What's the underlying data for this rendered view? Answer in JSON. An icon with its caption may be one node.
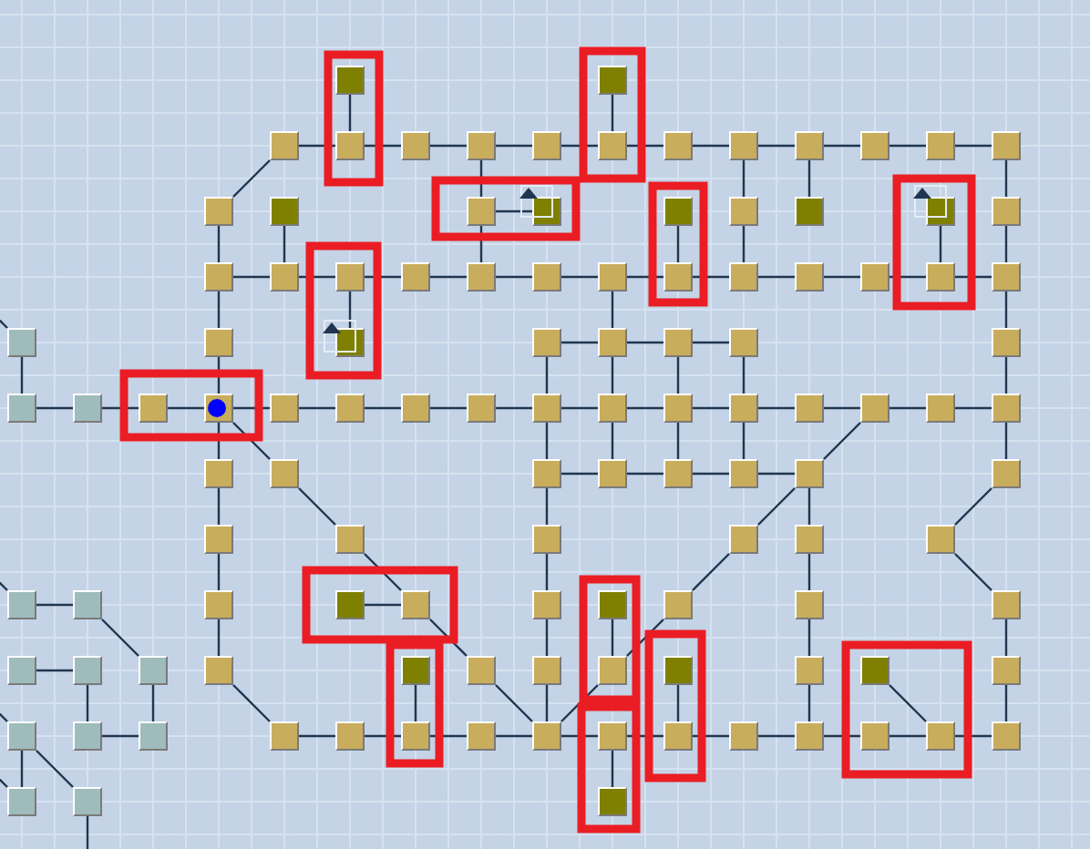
{
  "diagram": {
    "nodes": [
      {
        "text": [],
        "shape": "box"
      },
      {
        "text": [],
        "shape": "box"
      },
      {
        "text": [],
        "shape": "box"
      },
      {
        "text": [],
        "shape": "box"
      },
      {
        "text": [],
        "shape": "box"
      },
      {
        "text": [],
        "shape": "box"
      },
      {
        "text": [],
        "shape": "box"
      },
      {
        "text": [],
        "shape": "box"
      },
      {
        "text": [],
        "shape": "box"
      },
      {
        "text": [],
        "shape": "box"
      },
      {
        "text": [],
        "shape": "box"
      },
      {
        "text": [],
        "shape": "box"
      },
      {
        "text": [],
        "shape": "box"
      },
      {
        "text": [],
        "shape": "box"
      },
      {
        "text": [],
        "shape": "box"
      },
      {
        "text": [],
        "shape": "box"
      },
      {
        "text": [],
        "shape": "box"
      },
      {
        "text": [],
        "shape": "box"
      },
      {
        "text": [],
        "shape": "box"
      },
      {
        "text": [],
        "shape": "box"
      },
      {
        "text": [],
        "shape": "box"
      },
      {
        "text": [],
        "shape": "box"
      },
      {
        "text": [],
        "shape": "box"
      },
      {
        "text": [],
        "shape": "box"
      },
      {
        "text": [],
        "shape": "box"
      },
      {
        "text": [],
        "shape": "box"
      },
      {
        "text": [],
        "shape": "box"
      },
      {
        "text": [],
        "shape": "box"
      },
      {
        "text": [],
        "shape": "box"
      },
      {
        "text": [],
        "shape": "box"
      },
      {
        "text": [],
        "shape": "box"
      },
      {
        "text": [],
        "shape": "box"
      },
      {
        "text": [],
        "shape": "box"
      },
      {
        "text": [],
        "shape": "box"
      },
      {
        "text": [],
        "shape": "box"
      },
      {
        "text": [],
        "shape": "box"
      },
      {
        "text": [],
        "shape": "box"
      },
      {
        "text": [],
        "shape": "box"
      },
      {
        "text": [],
        "shape": "box"
      },
      {
        "text": [],
        "shape": "box"
      },
      {
        "text": [],
        "shape": "box"
      },
      {
        "text": [],
        "shape": "box"
      },
      {
        "text": [],
        "shape": "box"
      },
      {
        "text": [],
        "shape": "box"
      },
      {
        "text": [],
        "shape": "box"
      },
      {
        "text": [],
        "shape": "box"
      },
      {
        "text": [],
        "shape": "box"
      },
      {
        "text": [],
        "shape": "box"
      },
      {
        "text": [],
        "shape": "box"
      },
      {
        "text": [],
        "shape": "box"
      },
      {
        "text": [],
        "shape": "box"
      },
      {
        "text": [],
        "shape": "box"
      },
      {
        "text": [],
        "shape": "box"
      },
      {
        "text": [],
        "shape": "box"
      },
      {
        "text": [],
        "shape": "box"
      },
      {
        "text": [],
        "shape": "box"
      },
      {
        "text": [],
        "shape": "box"
      },
      {
        "text": [],
        "shape": "box"
      },
      {
        "text": [],
        "shape": "box"
      },
      {
        "text": [],
        "shape": "box"
      },
      {
        "text": [],
        "shape": "box"
      },
      {
        "text": [],
        "shape": "box"
      },
      {
        "text": [],
        "shape": "box"
      },
      {
        "text": [],
        "shape": "box"
      },
      {
        "text": [],
        "shape": "box"
      },
      {
        "text": [],
        "shape": "box"
      },
      {
        "text": [],
        "shape": "box"
      },
      {
        "text": [],
        "shape": "box"
      },
      {
        "text": [],
        "shape": "box"
      },
      {
        "text": [],
        "shape": "box"
      },
      {
        "text": [],
        "shape": "box"
      },
      {
        "text": [],
        "shape": "box"
      },
      {
        "text": [],
        "shape": "box"
      },
      {
        "text": [],
        "shape": "box"
      },
      {
        "text": [],
        "shape": "box"
      },
      {
        "text": [],
        "shape": "box"
      },
      {
        "text": [],
        "shape": "box"
      },
      {
        "text": [],
        "shape": "box"
      },
      {
        "text": [],
        "shape": "box"
      },
      {
        "text": [],
        "shape": "box"
      },
      {
        "text": [],
        "shape": "box"
      },
      {
        "text": [],
        "shape": "box"
      },
      {
        "text": [],
        "shape": "box"
      },
      {
        "text": [],
        "shape": "box"
      },
      {
        "text": [],
        "shape": "box"
      },
      {
        "text": [],
        "shape": "box"
      },
      {
        "text": [],
        "shape": "box"
      },
      {
        "text": [],
        "shape": "box"
      },
      {
        "text": [],
        "shape": "box"
      },
      {
        "text": [],
        "shape": "box"
      },
      {
        "text": [],
        "shape": "box"
      },
      {
        "text": [],
        "shape": "box"
      },
      {
        "text": [],
        "shape": "box"
      },
      {
        "text": [],
        "shape": "box"
      },
      {
        "text": [],
        "shape": "box"
      },
      {
        "text": [],
        "shape": "box"
      },
      {
        "text": [],
        "shape": "box"
      },
      {
        "text": [],
        "shape": "box"
      },
      {
        "text": [],
        "shape": "box"
      },
      {
        "text": [],
        "shape": "box"
      },
      {
        "text": [],
        "shape": "box"
      },
      {
        "text": [],
        "shape": "box"
      },
      {
        "text": [],
        "shape": "box"
      },
      {
        "text": [],
        "shape": "box"
      },
      {
        "text": [],
        "shape": "box"
      },
      {
        "text": [],
        "shape": "box"
      },
      {
        "text": [],
        "shape": "box"
      },
      {
        "text": [],
        "shape": "box"
      },
      {
        "text": [],
        "shape": "box"
      },
      {
        "text": [],
        "shape": "box"
      },
      {
        "text": [],
        "shape": "box"
      },
      {
        "text": [],
        "shape": "box"
      },
      {
        "text": [],
        "shape": "box"
      },
      {
        "text": [],
        "shape": "box"
      }
    ],
    "edges": [
      {
        "from": 2,
        "to": 3,
        "arrow": "none"
      },
      {
        "from": 3,
        "to": 4,
        "arrow": "none"
      },
      {
        "from": 4,
        "to": 5,
        "arrow": "none"
      },
      {
        "from": 5,
        "to": 6,
        "arrow": "none"
      },
      {
        "from": 6,
        "to": 7,
        "arrow": "none"
      },
      {
        "from": 7,
        "to": 8,
        "arrow": "none"
      },
      {
        "from": 8,
        "to": 9,
        "arrow": "none"
      },
      {
        "from": 9,
        "to": 10,
        "arrow": "none"
      },
      {
        "from": 10,
        "to": 11,
        "arrow": "none"
      },
      {
        "from": 11,
        "to": 12,
        "arrow": "none"
      },
      {
        "from": 12,
        "to": 13,
        "arrow": "none"
      },
      {
        "from": 0,
        "to": 3,
        "arrow": "none"
      },
      {
        "from": 1,
        "to": 7,
        "arrow": "none"
      },
      {
        "from": 2,
        "to": 14,
        "arrow": "none"
      },
      {
        "from": 14,
        "to": 23,
        "arrow": "none"
      },
      {
        "from": 15,
        "to": 24,
        "arrow": "none"
      },
      {
        "from": 5,
        "to": 16,
        "arrow": "none"
      },
      {
        "from": 16,
        "to": 27,
        "arrow": "none"
      },
      {
        "from": 16,
        "to": 17,
        "arrow": "none"
      },
      {
        "from": 18,
        "to": 30,
        "arrow": "none"
      },
      {
        "from": 9,
        "to": 19,
        "arrow": "none"
      },
      {
        "from": 19,
        "to": 31,
        "arrow": "none"
      },
      {
        "from": 10,
        "to": 20,
        "arrow": "none"
      },
      {
        "from": 21,
        "to": 34,
        "arrow": "none"
      },
      {
        "from": 13,
        "to": 22,
        "arrow": "none"
      },
      {
        "from": 22,
        "to": 35,
        "arrow": "none"
      },
      {
        "from": 23,
        "to": 24,
        "arrow": "none"
      },
      {
        "from": 24,
        "to": 25,
        "arrow": "none"
      },
      {
        "from": 25,
        "to": 26,
        "arrow": "none"
      },
      {
        "from": 26,
        "to": 27,
        "arrow": "none"
      },
      {
        "from": 27,
        "to": 28,
        "arrow": "none"
      },
      {
        "from": 28,
        "to": 29,
        "arrow": "none"
      },
      {
        "from": 29,
        "to": 30,
        "arrow": "none"
      },
      {
        "from": 30,
        "to": 31,
        "arrow": "none"
      },
      {
        "from": 31,
        "to": 32,
        "arrow": "none"
      },
      {
        "from": 32,
        "to": 33,
        "arrow": "none"
      },
      {
        "from": 33,
        "to": 34,
        "arrow": "none"
      },
      {
        "from": 34,
        "to": 35,
        "arrow": "none"
      },
      {
        "from": 25,
        "to": 38,
        "arrow": "none"
      },
      {
        "from": 23,
        "to": 37,
        "arrow": "none"
      },
      {
        "from": 37,
        "to": 47,
        "arrow": "none"
      },
      {
        "from": 39,
        "to": 40,
        "arrow": "none"
      },
      {
        "from": 40,
        "to": 41,
        "arrow": "none"
      },
      {
        "from": 41,
        "to": 42,
        "arrow": "none"
      },
      {
        "from": 29,
        "to": 40,
        "arrow": "none"
      },
      {
        "from": 35,
        "to": 43,
        "arrow": "none"
      },
      {
        "from": null,
        "to": 36,
        "arrow": "none"
      },
      {
        "from": 36,
        "to": 44,
        "arrow": "none"
      },
      {
        "from": 44,
        "to": 45,
        "arrow": "none"
      },
      {
        "from": 45,
        "to": 46,
        "arrow": "none"
      },
      {
        "from": 46,
        "to": 47,
        "arrow": "none"
      },
      {
        "from": 47,
        "to": 48,
        "arrow": "none"
      },
      {
        "from": 48,
        "to": 49,
        "arrow": "none"
      },
      {
        "from": 49,
        "to": 50,
        "arrow": "none"
      },
      {
        "from": 50,
        "to": 51,
        "arrow": "none"
      },
      {
        "from": 51,
        "to": 52,
        "arrow": "none"
      },
      {
        "from": 52,
        "to": 53,
        "arrow": "none"
      },
      {
        "from": 53,
        "to": 54,
        "arrow": "none"
      },
      {
        "from": 54,
        "to": 55,
        "arrow": "none"
      },
      {
        "from": 55,
        "to": 56,
        "arrow": "none"
      },
      {
        "from": 56,
        "to": 57,
        "arrow": "none"
      },
      {
        "from": 57,
        "to": 58,
        "arrow": "none"
      },
      {
        "from": 58,
        "to": 59,
        "arrow": "none"
      },
      {
        "from": 39,
        "to": 52,
        "arrow": "none"
      },
      {
        "from": 40,
        "to": 53,
        "arrow": "none"
      },
      {
        "from": 41,
        "to": 54,
        "arrow": "none"
      },
      {
        "from": 42,
        "to": 55,
        "arrow": "none"
      },
      {
        "from": 43,
        "to": 59,
        "arrow": "none"
      },
      {
        "from": 47,
        "to": 60,
        "arrow": "none"
      },
      {
        "from": 47,
        "to": 61,
        "arrow": "none"
      },
      {
        "from": 57,
        "to": 66,
        "arrow": "none"
      },
      {
        "from": 62,
        "to": 63,
        "arrow": "none"
      },
      {
        "from": 63,
        "to": 64,
        "arrow": "none"
      },
      {
        "from": 64,
        "to": 65,
        "arrow": "none"
      },
      {
        "from": 65,
        "to": 66,
        "arrow": "none"
      },
      {
        "from": 52,
        "to": 62,
        "arrow": "none"
      },
      {
        "from": 53,
        "to": 63,
        "arrow": "none"
      },
      {
        "from": 54,
        "to": 64,
        "arrow": "none"
      },
      {
        "from": 55,
        "to": 65,
        "arrow": "none"
      },
      {
        "from": 59,
        "to": 67,
        "arrow": "none"
      },
      {
        "from": 60,
        "to": 68,
        "arrow": "none"
      },
      {
        "from": 61,
        "to": 69,
        "arrow": "none"
      },
      {
        "from": 62,
        "to": 70,
        "arrow": "none"
      },
      {
        "from": 66,
        "to": 71,
        "arrow": "none"
      },
      {
        "from": 66,
        "to": 72,
        "arrow": "none"
      },
      {
        "from": 67,
        "to": 73,
        "arrow": "none"
      },
      {
        "from": 68,
        "to": 76,
        "arrow": "none"
      },
      {
        "from": 69,
        "to": 78,
        "arrow": "none"
      },
      {
        "from": 70,
        "to": 79,
        "arrow": "none"
      },
      {
        "from": 71,
        "to": 81,
        "arrow": "none"
      },
      {
        "from": 72,
        "to": 82,
        "arrow": "none"
      },
      {
        "from": 73,
        "to": 83,
        "arrow": "none"
      },
      {
        "from": 74,
        "to": 75,
        "arrow": "none"
      },
      {
        "from": null,
        "to": 74,
        "arrow": "none"
      },
      {
        "from": 77,
        "to": 78,
        "arrow": "none"
      },
      {
        "from": 75,
        "to": 86,
        "arrow": "none"
      },
      {
        "from": 76,
        "to": 87,
        "arrow": "none"
      },
      {
        "from": 78,
        "to": 89,
        "arrow": "none"
      },
      {
        "from": 80,
        "to": 91,
        "arrow": "none"
      },
      {
        "from": 79,
        "to": 90,
        "arrow": "none"
      },
      {
        "from": 81,
        "to": 91,
        "arrow": "none"
      },
      {
        "from": 82,
        "to": 93,
        "arrow": "none"
      },
      {
        "from": 83,
        "to": 95,
        "arrow": "none"
      },
      {
        "from": 84,
        "to": 85,
        "arrow": "none"
      },
      {
        "from": 85,
        "to": 97,
        "arrow": "none"
      },
      {
        "from": 86,
        "to": 98,
        "arrow": "none"
      },
      {
        "from": 87,
        "to": 99,
        "arrow": "none"
      },
      {
        "from": 88,
        "to": 101,
        "arrow": "none"
      },
      {
        "from": 89,
        "to": 103,
        "arrow": "none"
      },
      {
        "from": 90,
        "to": 103,
        "arrow": "none"
      },
      {
        "from": 91,
        "to": 103,
        "arrow": "none"
      },
      {
        "from": 92,
        "to": 105,
        "arrow": "none"
      },
      {
        "from": 93,
        "to": 107,
        "arrow": "none"
      },
      {
        "from": 94,
        "to": 109,
        "arrow": "none"
      },
      {
        "from": 95,
        "to": 110,
        "arrow": "none"
      },
      {
        "from": 97,
        "to": 98,
        "arrow": "none"
      },
      {
        "from": 96,
        "to": 111,
        "arrow": "none"
      },
      {
        "from": 96,
        "to": 112,
        "arrow": "none"
      },
      {
        "from": null,
        "to": 96,
        "arrow": "none"
      },
      {
        "from": null,
        "to": 111,
        "arrow": "none"
      },
      {
        "from": 112,
        "to": null,
        "arrow": "none"
      },
      {
        "from": 99,
        "to": 100,
        "arrow": "none"
      },
      {
        "from": 100,
        "to": 101,
        "arrow": "none"
      },
      {
        "from": 101,
        "to": 102,
        "arrow": "none"
      },
      {
        "from": 102,
        "to": 103,
        "arrow": "none"
      },
      {
        "from": 103,
        "to": 104,
        "arrow": "none"
      },
      {
        "from": 104,
        "to": 105,
        "arrow": "none"
      },
      {
        "from": 105,
        "to": 106,
        "arrow": "none"
      },
      {
        "from": 106,
        "to": 107,
        "arrow": "none"
      },
      {
        "from": 107,
        "to": 108,
        "arrow": "none"
      },
      {
        "from": 108,
        "to": 109,
        "arrow": "none"
      },
      {
        "from": 109,
        "to": 110,
        "arrow": "none"
      },
      {
        "from": 104,
        "to": 113,
        "arrow": "none"
      }
    ]
  }
}
